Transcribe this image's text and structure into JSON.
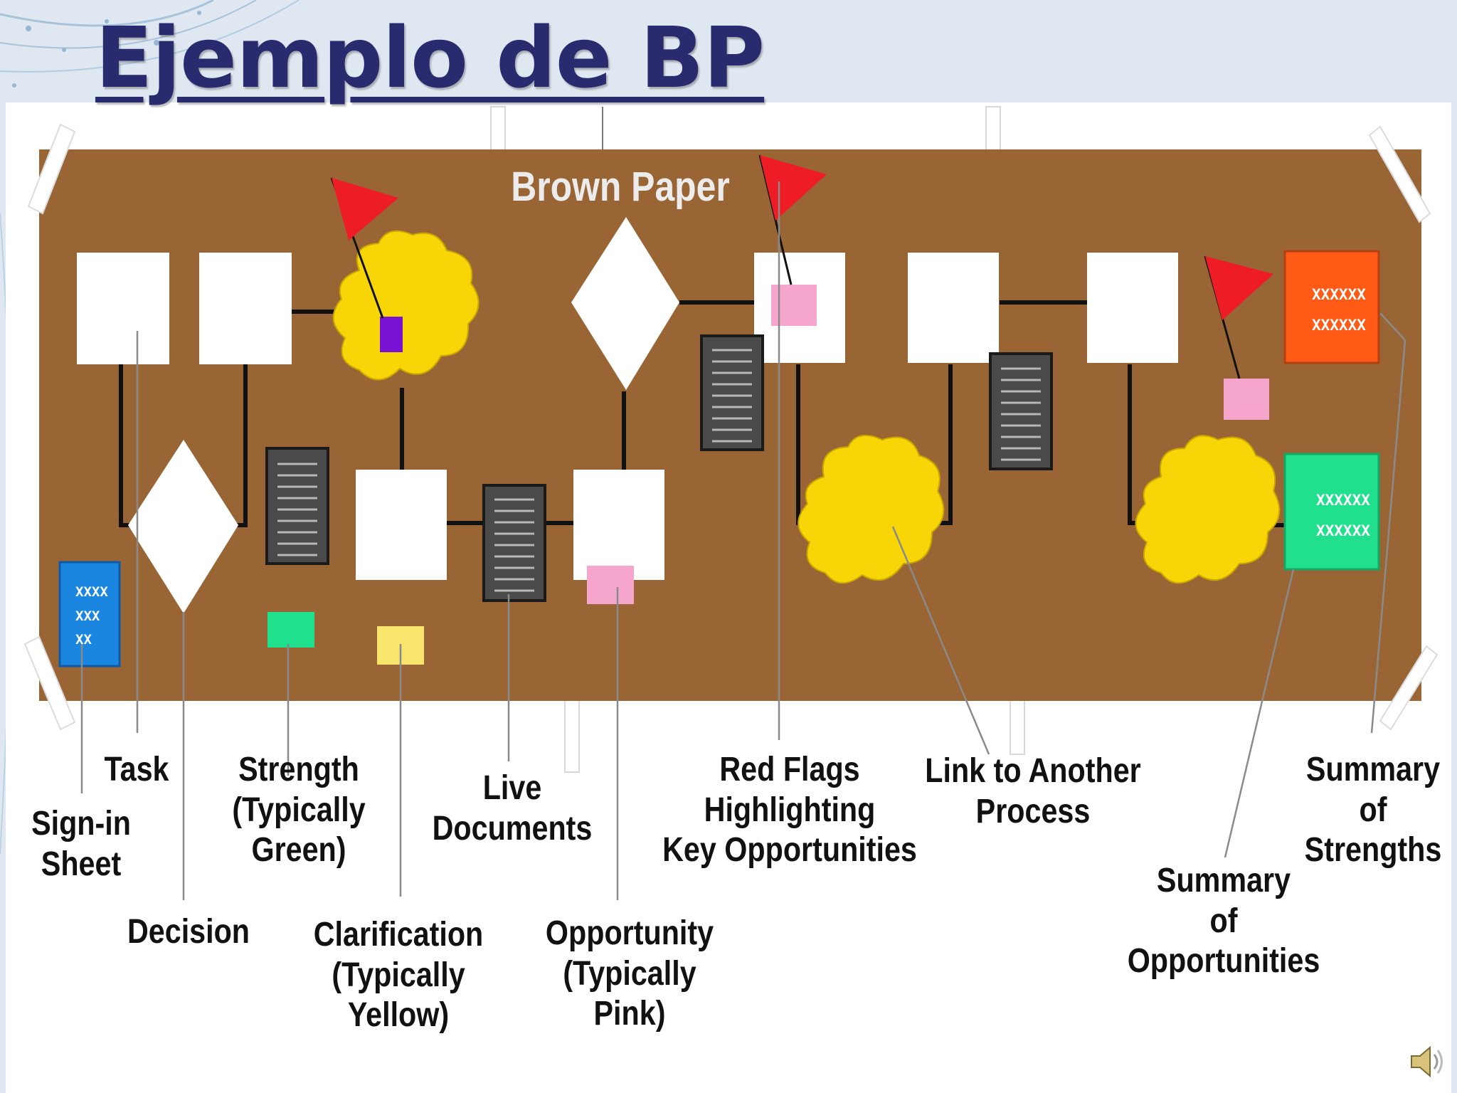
{
  "slide": {
    "title": "Ejemplo de BP"
  },
  "diagram": {
    "board_label": "Brown Paper",
    "colors": {
      "paper": "#9a6534",
      "red_flag": "#ee1c25",
      "cloud": "#f7d507",
      "strength": "#1fe08d",
      "clarification": "#f9e56e",
      "opportunity": "#f6a6cc",
      "signin": "#1a86e0",
      "summary_strengths": "#ff5a16",
      "summary_opportunities": "#20e08e"
    },
    "box_texts": {
      "signin": [
        "XXXX",
        "XXX",
        "XX"
      ],
      "summary_strengths": [
        "XXXXXX",
        "XXXXXX"
      ],
      "summary_opportunities": [
        "XXXXXX",
        "XXXXXX"
      ]
    },
    "labels": {
      "task": "Task",
      "signin": "Sign-in\nSheet",
      "decision": "Decision",
      "strength": "Strength\n(Typically\nGreen)",
      "clarification": "Clarification\n(Typically\nYellow)",
      "live_documents": "Live\nDocuments",
      "opportunity": "Opportunity\n(Typically\nPink)",
      "red_flags": "Red Flags\nHighlighting\nKey Opportunities",
      "link_process": "Link to Another\nProcess",
      "summary_opportunities": "Summary\nof\nOpportunities",
      "summary_strengths": "Summary\nof\nStrengths"
    }
  },
  "icons": {
    "audio": "speaker-icon"
  }
}
